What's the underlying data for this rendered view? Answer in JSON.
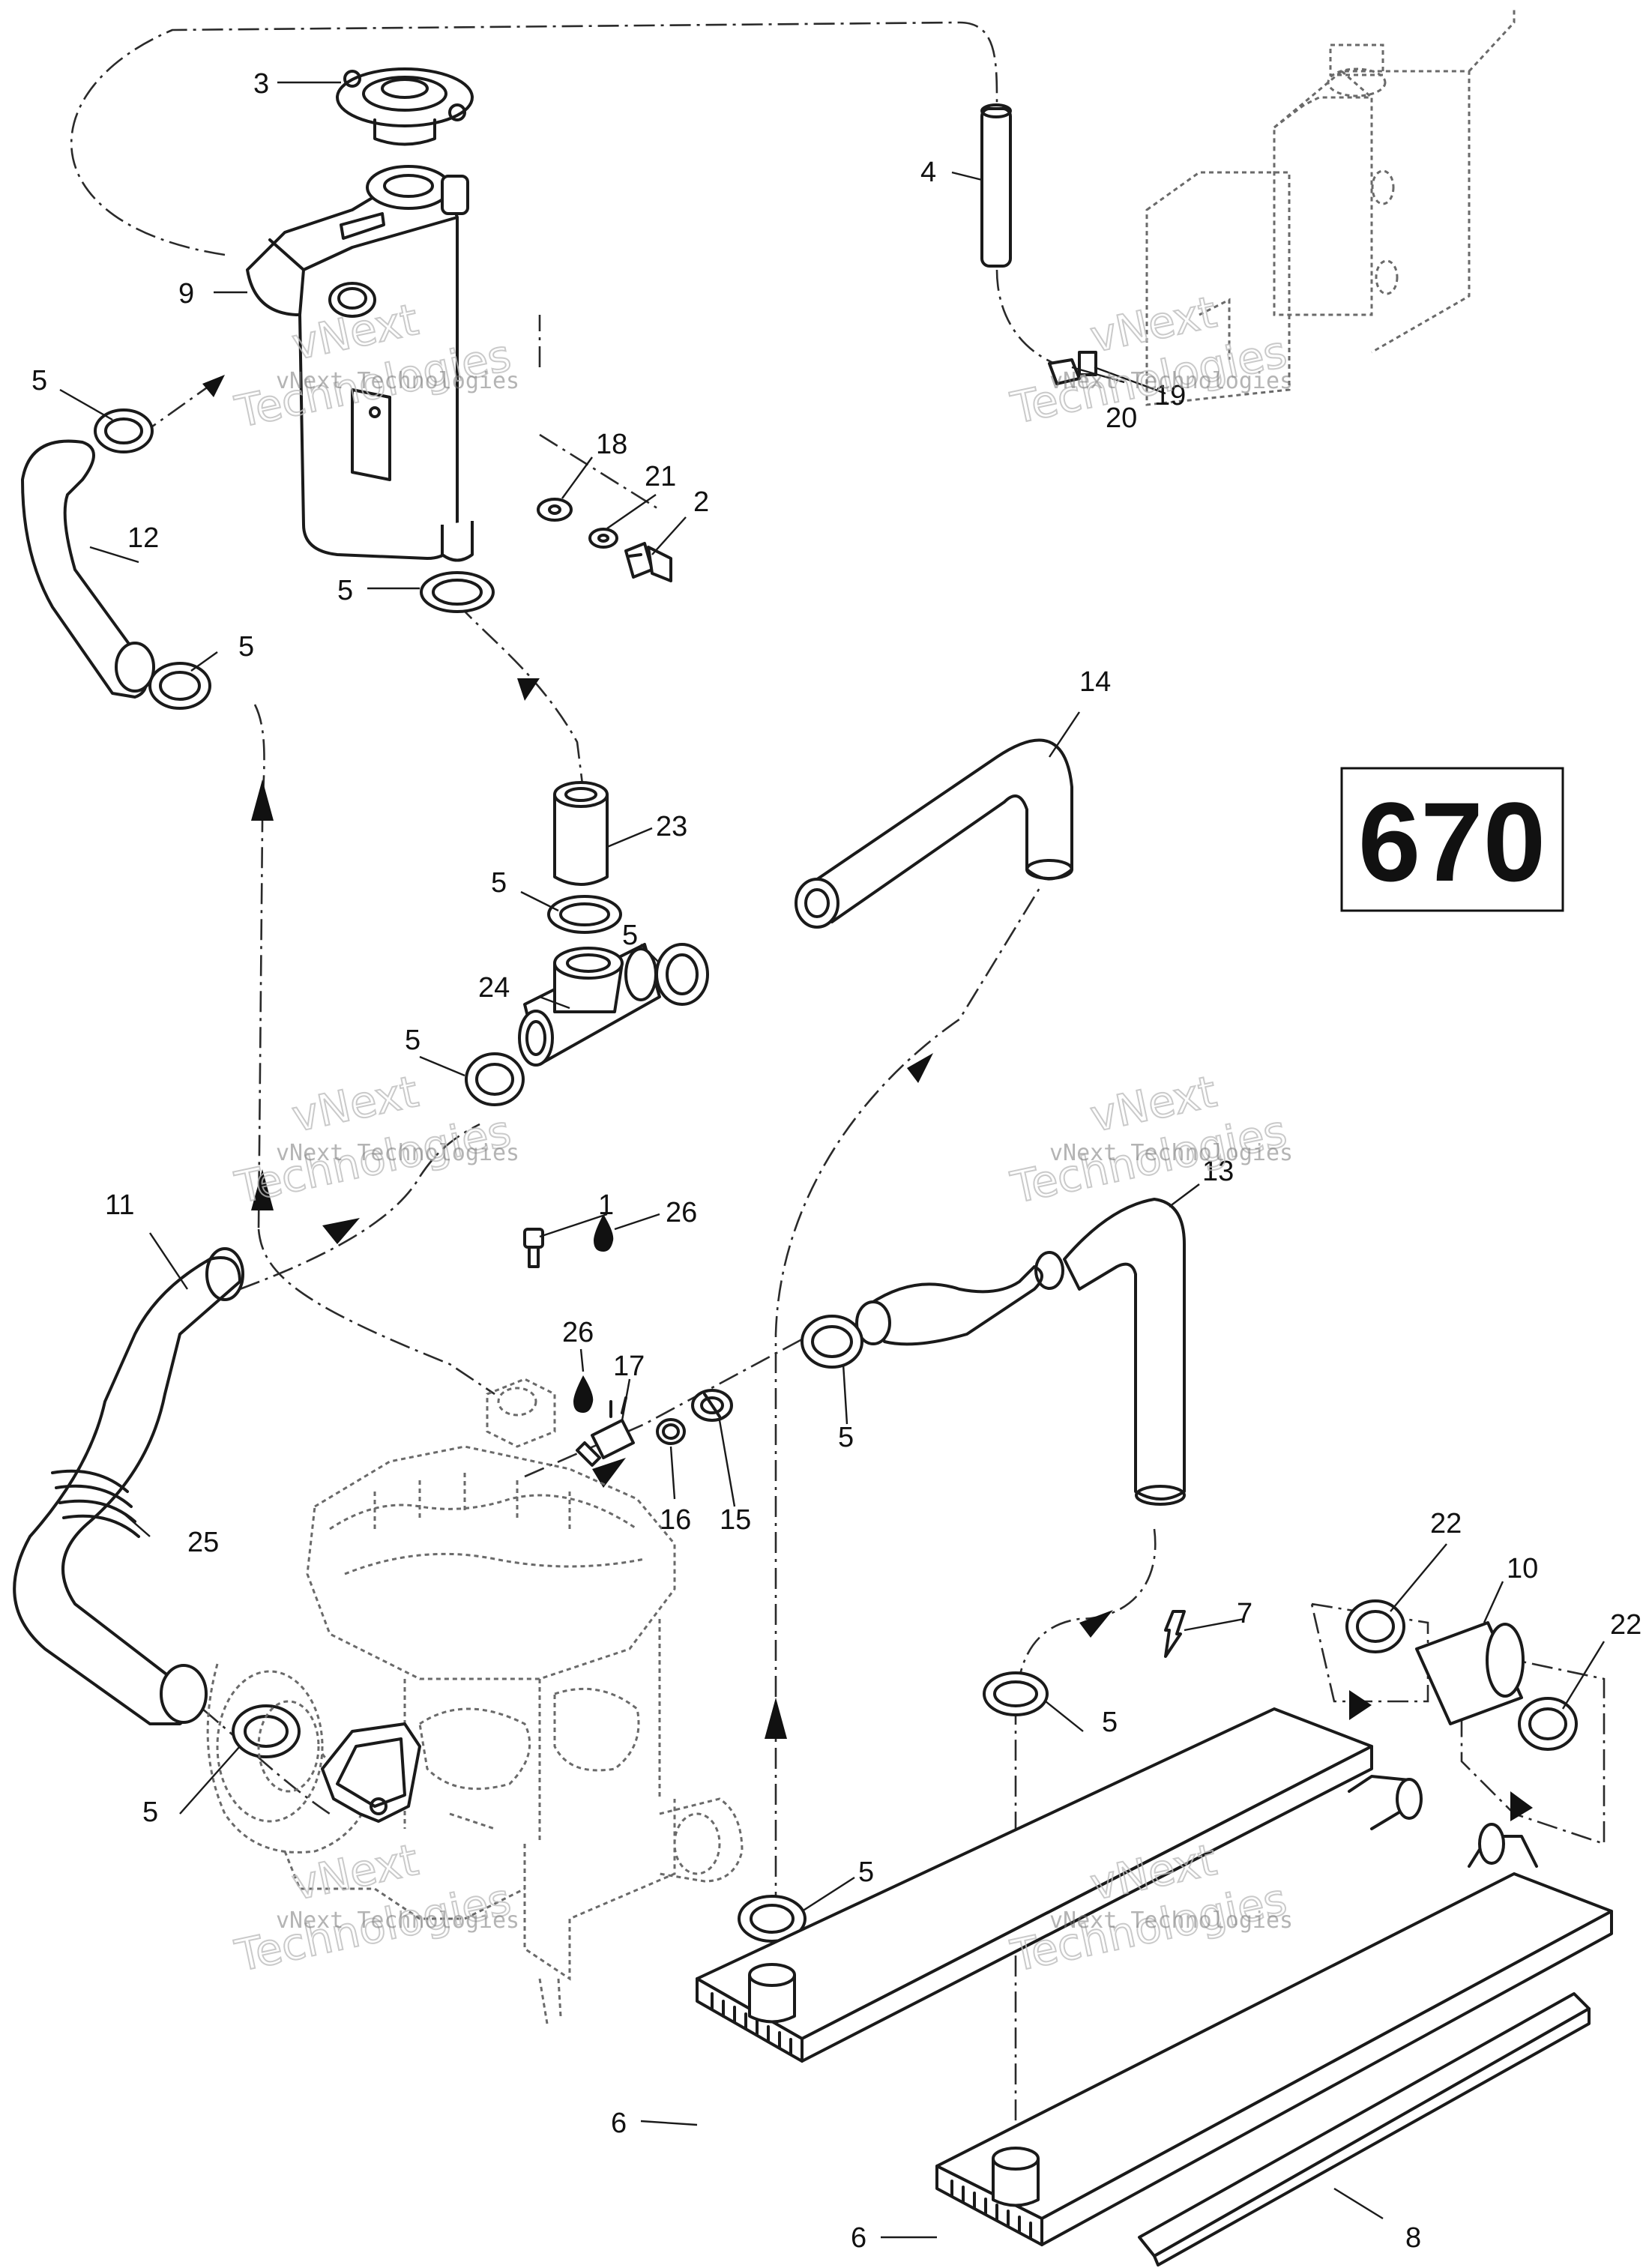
{
  "model_badge": "670",
  "callouts": [
    "1",
    "2",
    "3",
    "4",
    "5",
    "6",
    "7",
    "8",
    "9",
    "10",
    "11",
    "12",
    "13",
    "14",
    "15",
    "16",
    "17",
    "18",
    "19",
    "20",
    "21",
    "22",
    "23",
    "24",
    "25",
    "26"
  ],
  "watermark": {
    "line1": "vNext Technologies",
    "line2a": "vNext",
    "line2b": "Technologies"
  }
}
